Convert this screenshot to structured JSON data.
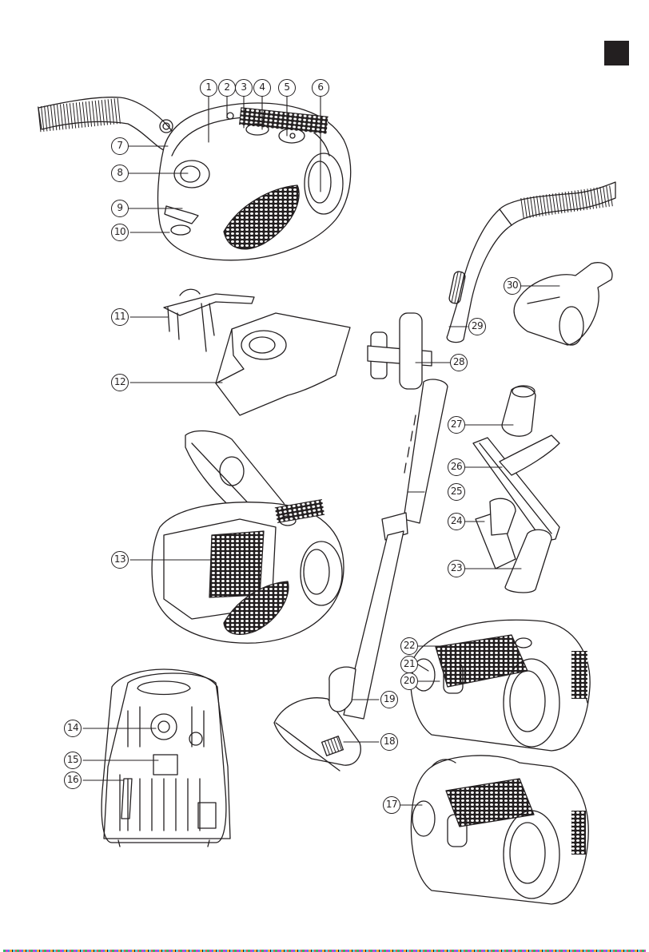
{
  "page": {
    "language_tab": "black-tab",
    "accent_color": "#231f20"
  },
  "callouts": [
    {
      "label": "1"
    },
    {
      "label": "2"
    },
    {
      "label": "3"
    },
    {
      "label": "4"
    },
    {
      "label": "5"
    },
    {
      "label": "6"
    },
    {
      "label": "7"
    },
    {
      "label": "8"
    },
    {
      "label": "9"
    },
    {
      "label": "10"
    },
    {
      "label": "11"
    },
    {
      "label": "12"
    },
    {
      "label": "13"
    },
    {
      "label": "14"
    },
    {
      "label": "15"
    },
    {
      "label": "16"
    },
    {
      "label": "17"
    },
    {
      "label": "18"
    },
    {
      "label": "19"
    },
    {
      "label": "20"
    },
    {
      "label": "21"
    },
    {
      "label": "22"
    },
    {
      "label": "23"
    },
    {
      "label": "24"
    },
    {
      "label": "25"
    },
    {
      "label": "26"
    },
    {
      "label": "27"
    },
    {
      "label": "28"
    },
    {
      "label": "29"
    },
    {
      "label": "30"
    }
  ],
  "illustrations": [
    {
      "name": "vacuum-cleaner-front-view"
    },
    {
      "name": "hose-connector"
    },
    {
      "name": "bag-holder"
    },
    {
      "name": "dust-bag"
    },
    {
      "name": "vacuum-cleaner-open-cover"
    },
    {
      "name": "vacuum-cleaner-bottom-view"
    },
    {
      "name": "hose-handle"
    },
    {
      "name": "turbo-brush"
    },
    {
      "name": "accessory-clip"
    },
    {
      "name": "telescopic-tube"
    },
    {
      "name": "small-nozzle"
    },
    {
      "name": "parquet-nozzle"
    },
    {
      "name": "upholstery-nozzle"
    },
    {
      "name": "crevice-tool"
    },
    {
      "name": "floor-nozzle"
    },
    {
      "name": "vacuum-cleaner-rear-view"
    },
    {
      "name": "vacuum-cleaner-filter-compartment"
    }
  ]
}
